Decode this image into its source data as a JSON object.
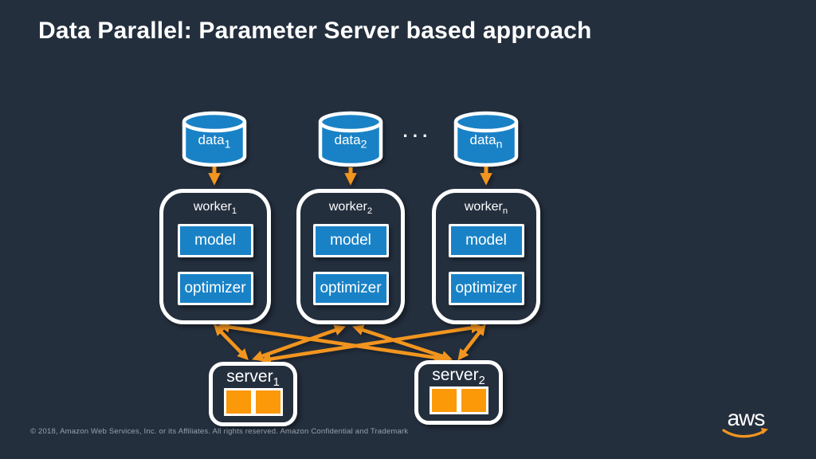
{
  "slide": {
    "title": "Data Parallel: Parameter Server based approach",
    "footer": "© 2018, Amazon Web Services, Inc. or its Affiliates. All rights reserved. Amazon Confidential and Trademark",
    "logo_text": "aws"
  },
  "colors": {
    "background": "#242F3E",
    "node_blue": "#1982C6",
    "arrow_orange": "#F2951F",
    "shard_orange": "#FB9908",
    "border_white": "#FFFFFF",
    "footer_gray": "#97A0AB"
  },
  "diagram": {
    "ellipsis": "···",
    "data_stores": [
      {
        "label": "data",
        "sub": "1"
      },
      {
        "label": "data",
        "sub": "2"
      },
      {
        "label": "data",
        "sub": "n"
      }
    ],
    "workers": [
      {
        "label": "worker",
        "sub": "1",
        "components": [
          "model",
          "optimizer"
        ]
      },
      {
        "label": "worker",
        "sub": "2",
        "components": [
          "model",
          "optimizer"
        ]
      },
      {
        "label": "worker",
        "sub": "n",
        "components": [
          "model",
          "optimizer"
        ]
      }
    ],
    "servers": [
      {
        "label": "server",
        "sub": "1"
      },
      {
        "label": "server",
        "sub": "2"
      }
    ]
  }
}
